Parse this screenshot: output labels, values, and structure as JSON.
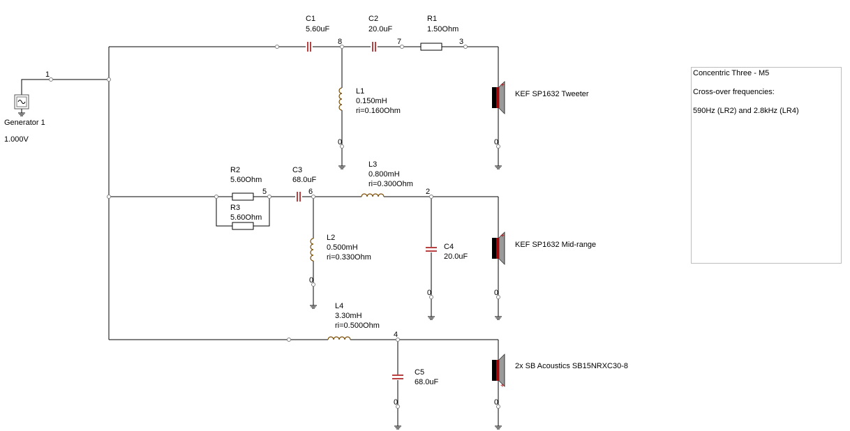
{
  "generator": {
    "name": "Generator 1",
    "value": "1.000V",
    "node": "1"
  },
  "components": {
    "C1": {
      "label": "C1",
      "value": "5.60uF"
    },
    "C2": {
      "label": "C2",
      "value": "20.0uF"
    },
    "R1": {
      "label": "R1",
      "value": "1.50Ohm"
    },
    "L1": {
      "label": "L1",
      "value": "0.150mH",
      "ri": "ri=0.160Ohm"
    },
    "R2": {
      "label": "R2",
      "value": "5.60Ohm"
    },
    "R3": {
      "label": "R3",
      "value": "5.60Ohm"
    },
    "C3": {
      "label": "C3",
      "value": "68.0uF"
    },
    "L3": {
      "label": "L3",
      "value": "0.800mH",
      "ri": "ri=0.300Ohm"
    },
    "L2": {
      "label": "L2",
      "value": "0.500mH",
      "ri": "ri=0.330Ohm"
    },
    "C4": {
      "label": "C4",
      "value": "20.0uF"
    },
    "L4": {
      "label": "L4",
      "value": "3.30mH",
      "ri": "ri=0.500Ohm"
    },
    "C5": {
      "label": "C5",
      "value": "68.0uF"
    }
  },
  "speakers": {
    "tweeter": "KEF SP1632 Tweeter",
    "midrange": "KEF SP1632 Mid-range",
    "woofer": "2x SB Acoustics SB15NRXC30-8",
    "polarity": "+"
  },
  "nodes": {
    "n8": "8",
    "n7": "7",
    "n3": "3",
    "n5": "5",
    "n6": "6",
    "n2": "2",
    "n4": "4",
    "ground": "0"
  },
  "note": {
    "title": "Concentric Three - M5",
    "line1": "Cross-over frequencies:",
    "line2": "590Hz (LR2) and 2.8kHz (LR4)"
  }
}
